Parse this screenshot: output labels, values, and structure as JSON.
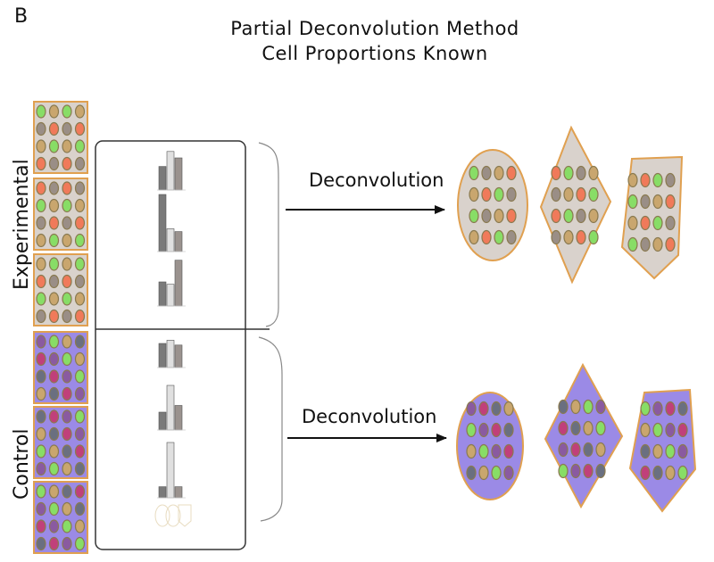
{
  "panel_letter": "B",
  "title": {
    "line1": "Partial Deconvolution Method",
    "line2": "Cell Proportions Known"
  },
  "groups": {
    "experimental": {
      "label": "Experimental",
      "arrow_label": "Deconvolution"
    },
    "control": {
      "label": "Control",
      "arrow_label": "Deconvolution"
    }
  },
  "colors": {
    "experimental_fill": "#d9d2cc",
    "experimental_border": "#e0a050",
    "control_fill": "#9b8ae6",
    "control_border": "#e0a050",
    "cell_green": "#88dd66",
    "cell_red": "#f07a5a",
    "cell_tan": "#c9a66e",
    "cell_gray": "#9a8e86",
    "cell_purple": "#8a5aa0",
    "cell_magenta": "#c0407a",
    "cell_slate": "#6a6f80",
    "bar_dark": "#7a7a7a",
    "bar_mid": "#9a928e",
    "bar_light": "#e0e0e0"
  },
  "bar_charts": {
    "experimental": [
      {
        "values": [
          0.55,
          0.9,
          0.75
        ]
      },
      {
        "values": [
          1.0,
          0.4,
          0.35
        ]
      },
      {
        "values": [
          0.5,
          0.45,
          0.95
        ]
      }
    ],
    "control": [
      {
        "values": [
          0.75,
          0.85,
          0.7
        ]
      },
      {
        "values": [
          0.4,
          1.0,
          0.55
        ]
      },
      {
        "values": [
          0.2,
          1.0,
          0.2
        ]
      }
    ]
  }
}
